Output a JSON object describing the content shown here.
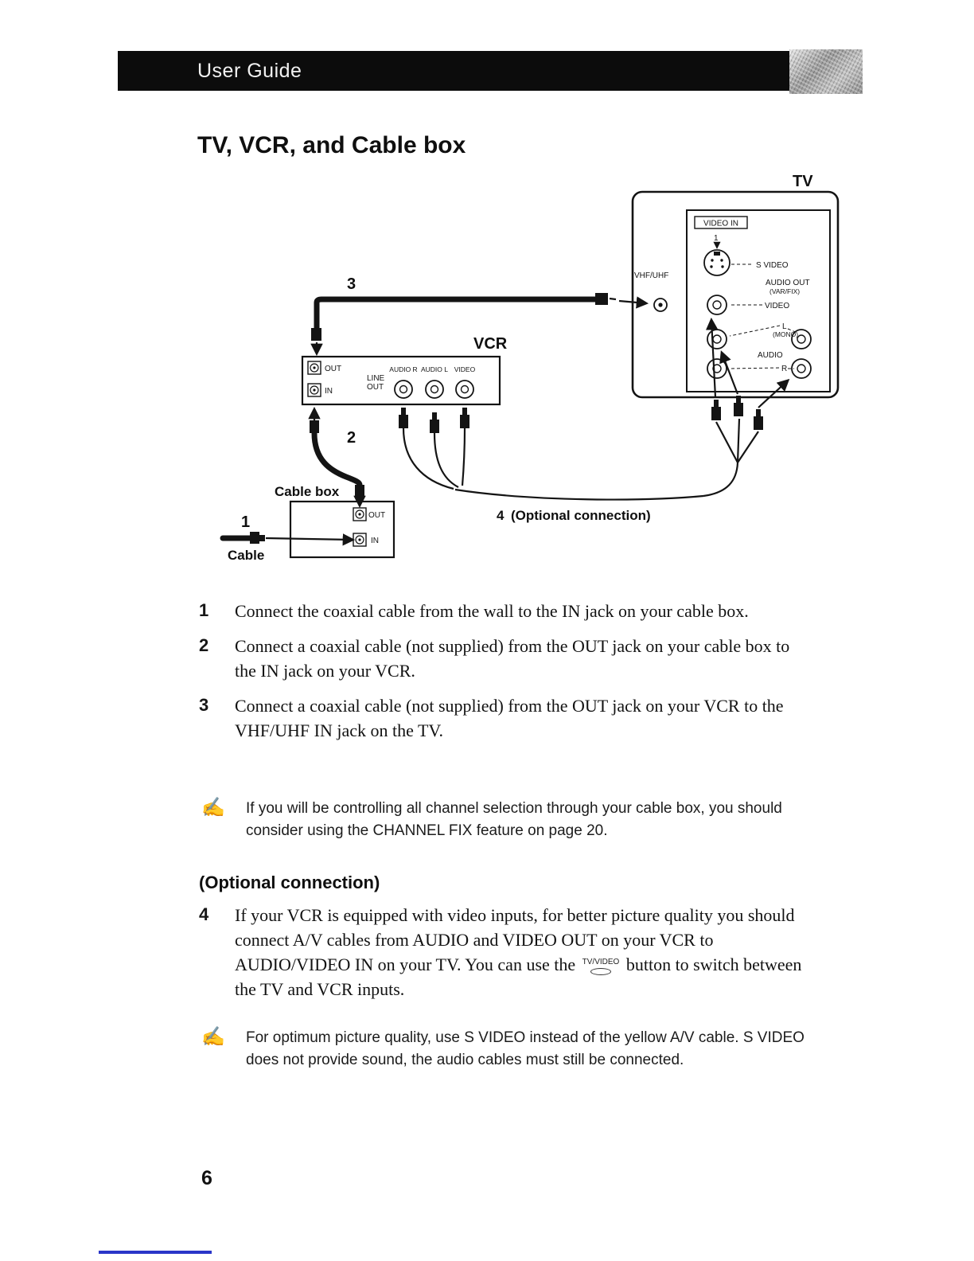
{
  "header": {
    "title": "User Guide"
  },
  "page": {
    "title": "TV, VCR, and Cable box",
    "number": "6"
  },
  "colors": {
    "header_bar": "#0c0c0c",
    "footer_rule": "#2a35c8"
  },
  "diagram": {
    "tv": {
      "label": "TV",
      "video_in": "VIDEO IN",
      "input_no": "1",
      "s_video": "S VIDEO",
      "vhf_uhf": "VHF/UHF",
      "audio_out": "AUDIO OUT",
      "var_fix": "(VAR/FIX)",
      "video": "VIDEO",
      "l": "L",
      "mono": "(MONO)",
      "audio": "AUDIO",
      "r": "R"
    },
    "vcr": {
      "label": "VCR",
      "out": "OUT",
      "in": "IN",
      "line": "LINE",
      "line_out": "OUT",
      "audio_r": "AUDIO R",
      "audio_l": "AUDIO L",
      "video": "VIDEO"
    },
    "cable_box": {
      "label": "Cable box",
      "out": "OUT",
      "in": "IN"
    },
    "cable_label": "Cable",
    "callouts": {
      "c1": "1",
      "c2": "2",
      "c3": "3",
      "c4": "4",
      "c4_text": "(Optional connection)"
    }
  },
  "steps": [
    {
      "num": "1",
      "text": "Connect the coaxial cable from the wall to the IN jack on your cable box."
    },
    {
      "num": "2",
      "text": "Connect a coaxial cable (not supplied) from the OUT jack on your cable box to the IN jack on your VCR."
    },
    {
      "num": "3",
      "text": "Connect a coaxial cable (not supplied) from the OUT jack on your VCR to the VHF/UHF IN jack on the TV."
    }
  ],
  "note1": {
    "icon": "✍",
    "text": "If you will be controlling all channel selection through your cable box, you should consider using the CHANNEL FIX feature on page 20."
  },
  "optional": {
    "heading": "(Optional connection)",
    "num": "4",
    "text_before": "If your VCR is equipped with video inputs, for better picture quality you should connect A/V cables from AUDIO and VIDEO OUT on your VCR to AUDIO/VIDEO IN on your TV. You can use the",
    "button_label": "TV/VIDEO",
    "text_after": "button to switch between the TV and VCR inputs."
  },
  "note2": {
    "icon": "✍",
    "text": "For optimum picture quality, use S VIDEO instead of the yellow A/V cable. S VIDEO does not provide sound, the audio cables must still be connected."
  }
}
